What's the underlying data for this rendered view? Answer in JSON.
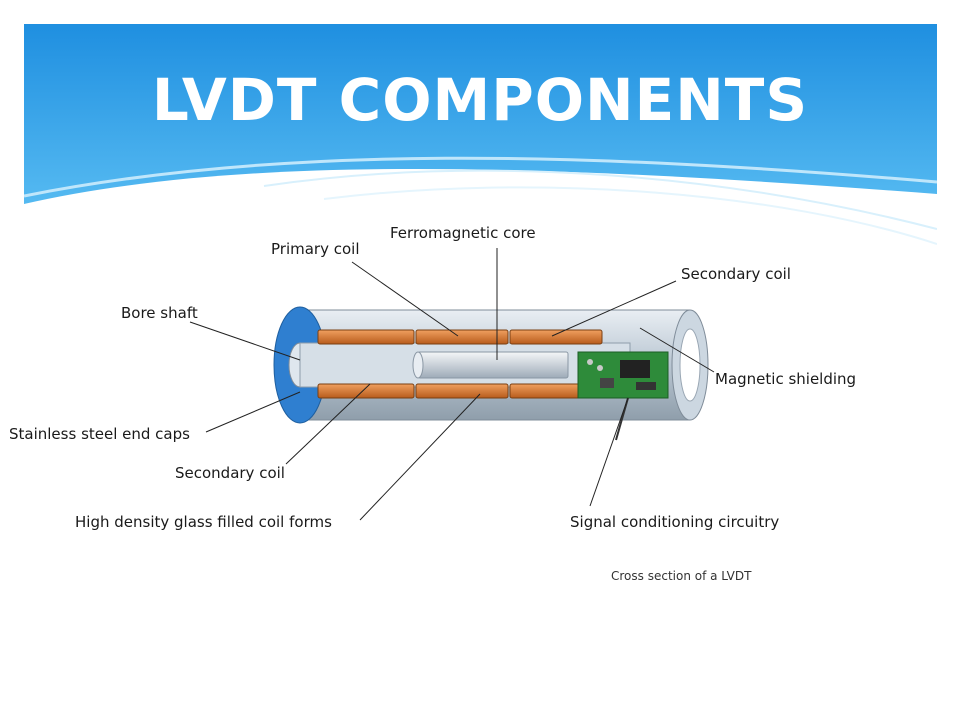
{
  "slide": {
    "title": "LVDT COMPONENTS"
  },
  "labels": {
    "ferromagnetic_core": "Ferromagnetic core",
    "primary_coil": "Primary coil",
    "secondary_coil_top": "Secondary coil",
    "bore_shaft": "Bore shaft",
    "magnetic_shielding": "Magnetic shielding",
    "end_caps": "Stainless steel end caps",
    "secondary_coil_bottom": "Secondary coil",
    "coil_forms": "High density glass filled coil forms",
    "signal_conditioning": "Signal conditioning circuitry"
  },
  "caption": "Cross section of a LVDT",
  "colors": {
    "header_top": "#2196e3",
    "header_bottom": "#5cc3f5",
    "wave": "#ffffff",
    "copper": "#e07a2e",
    "shell": "#2f7fd0",
    "tube": "#c9d6e3",
    "pcb": "#2e8b3a"
  }
}
